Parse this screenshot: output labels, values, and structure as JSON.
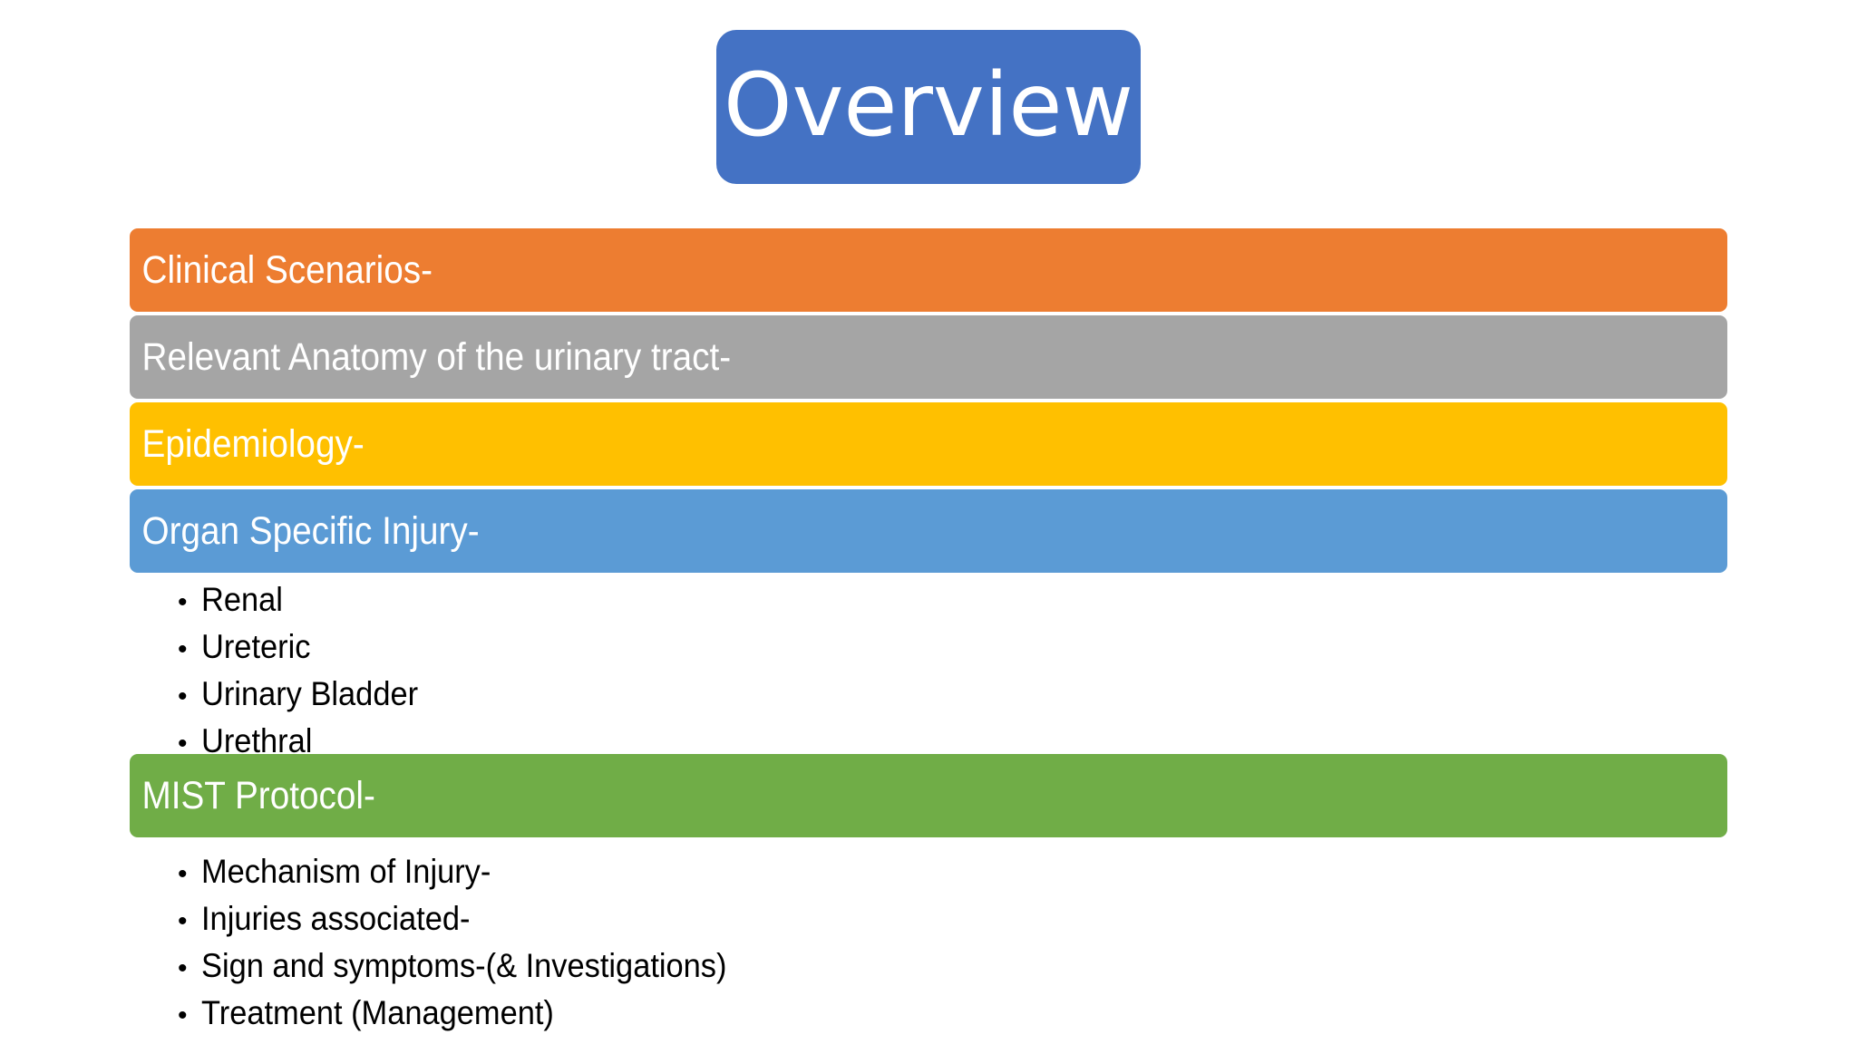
{
  "slide": {
    "background_color": "#FFFFFF",
    "title": {
      "text": "Overview",
      "background_color": "#4472C4",
      "text_color": "#FFFFFF"
    },
    "sections": [
      {
        "key": "clinical",
        "label": "Clinical Scenarios-",
        "color": "#ED7D31",
        "bullets": []
      },
      {
        "key": "anatomy",
        "label": "Relevant Anatomy of the urinary tract-",
        "color": "#A5A5A5",
        "bullets": []
      },
      {
        "key": "epidemiology",
        "label": "Epidemiology-",
        "color": "#FFC000",
        "bullets": []
      },
      {
        "key": "organ",
        "label": "Organ Specific Injury-",
        "color": "#5B9BD5",
        "bullets": [
          "Renal",
          "Ureteric",
          "Urinary Bladder",
          "Urethral"
        ]
      },
      {
        "key": "mist",
        "label": "MIST Protocol-",
        "color": "#70AD47",
        "bullets": [
          "Mechanism of Injury-",
          "Injuries associated-",
          "Sign and symptoms-(& Investigations)",
          "Treatment (Management)"
        ]
      }
    ],
    "bullet_glyph": "•"
  }
}
